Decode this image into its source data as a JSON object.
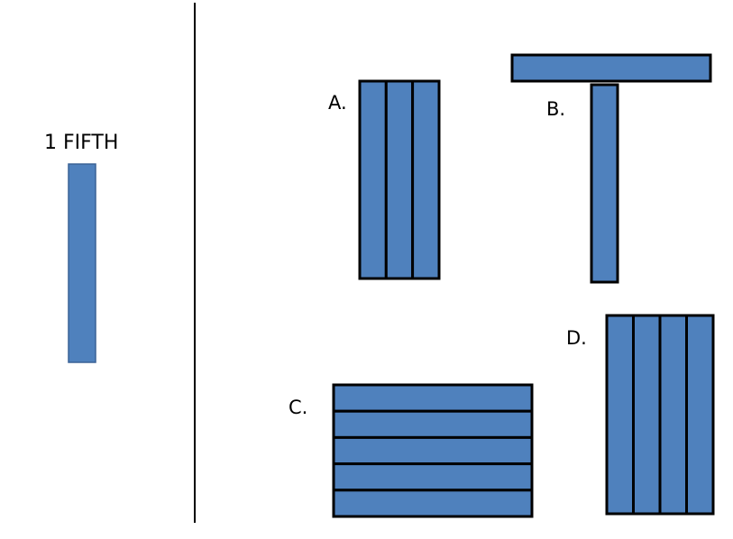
{
  "reference": {
    "label": "1 FIFTH"
  },
  "options": [
    {
      "id": "A",
      "label": "A.",
      "pieces": 3,
      "orientation": "vertical"
    },
    {
      "id": "B",
      "label": "B.",
      "pieces": 2,
      "orientation": "t-shape"
    },
    {
      "id": "C",
      "label": "C.",
      "pieces": 5,
      "orientation": "horizontal"
    },
    {
      "id": "D",
      "label": "D.",
      "pieces": 4,
      "orientation": "vertical"
    }
  ],
  "colors": {
    "fill": "#4f81bd",
    "reference_stroke": "#3a6296",
    "outline": "#000000",
    "divider": "#000000"
  }
}
